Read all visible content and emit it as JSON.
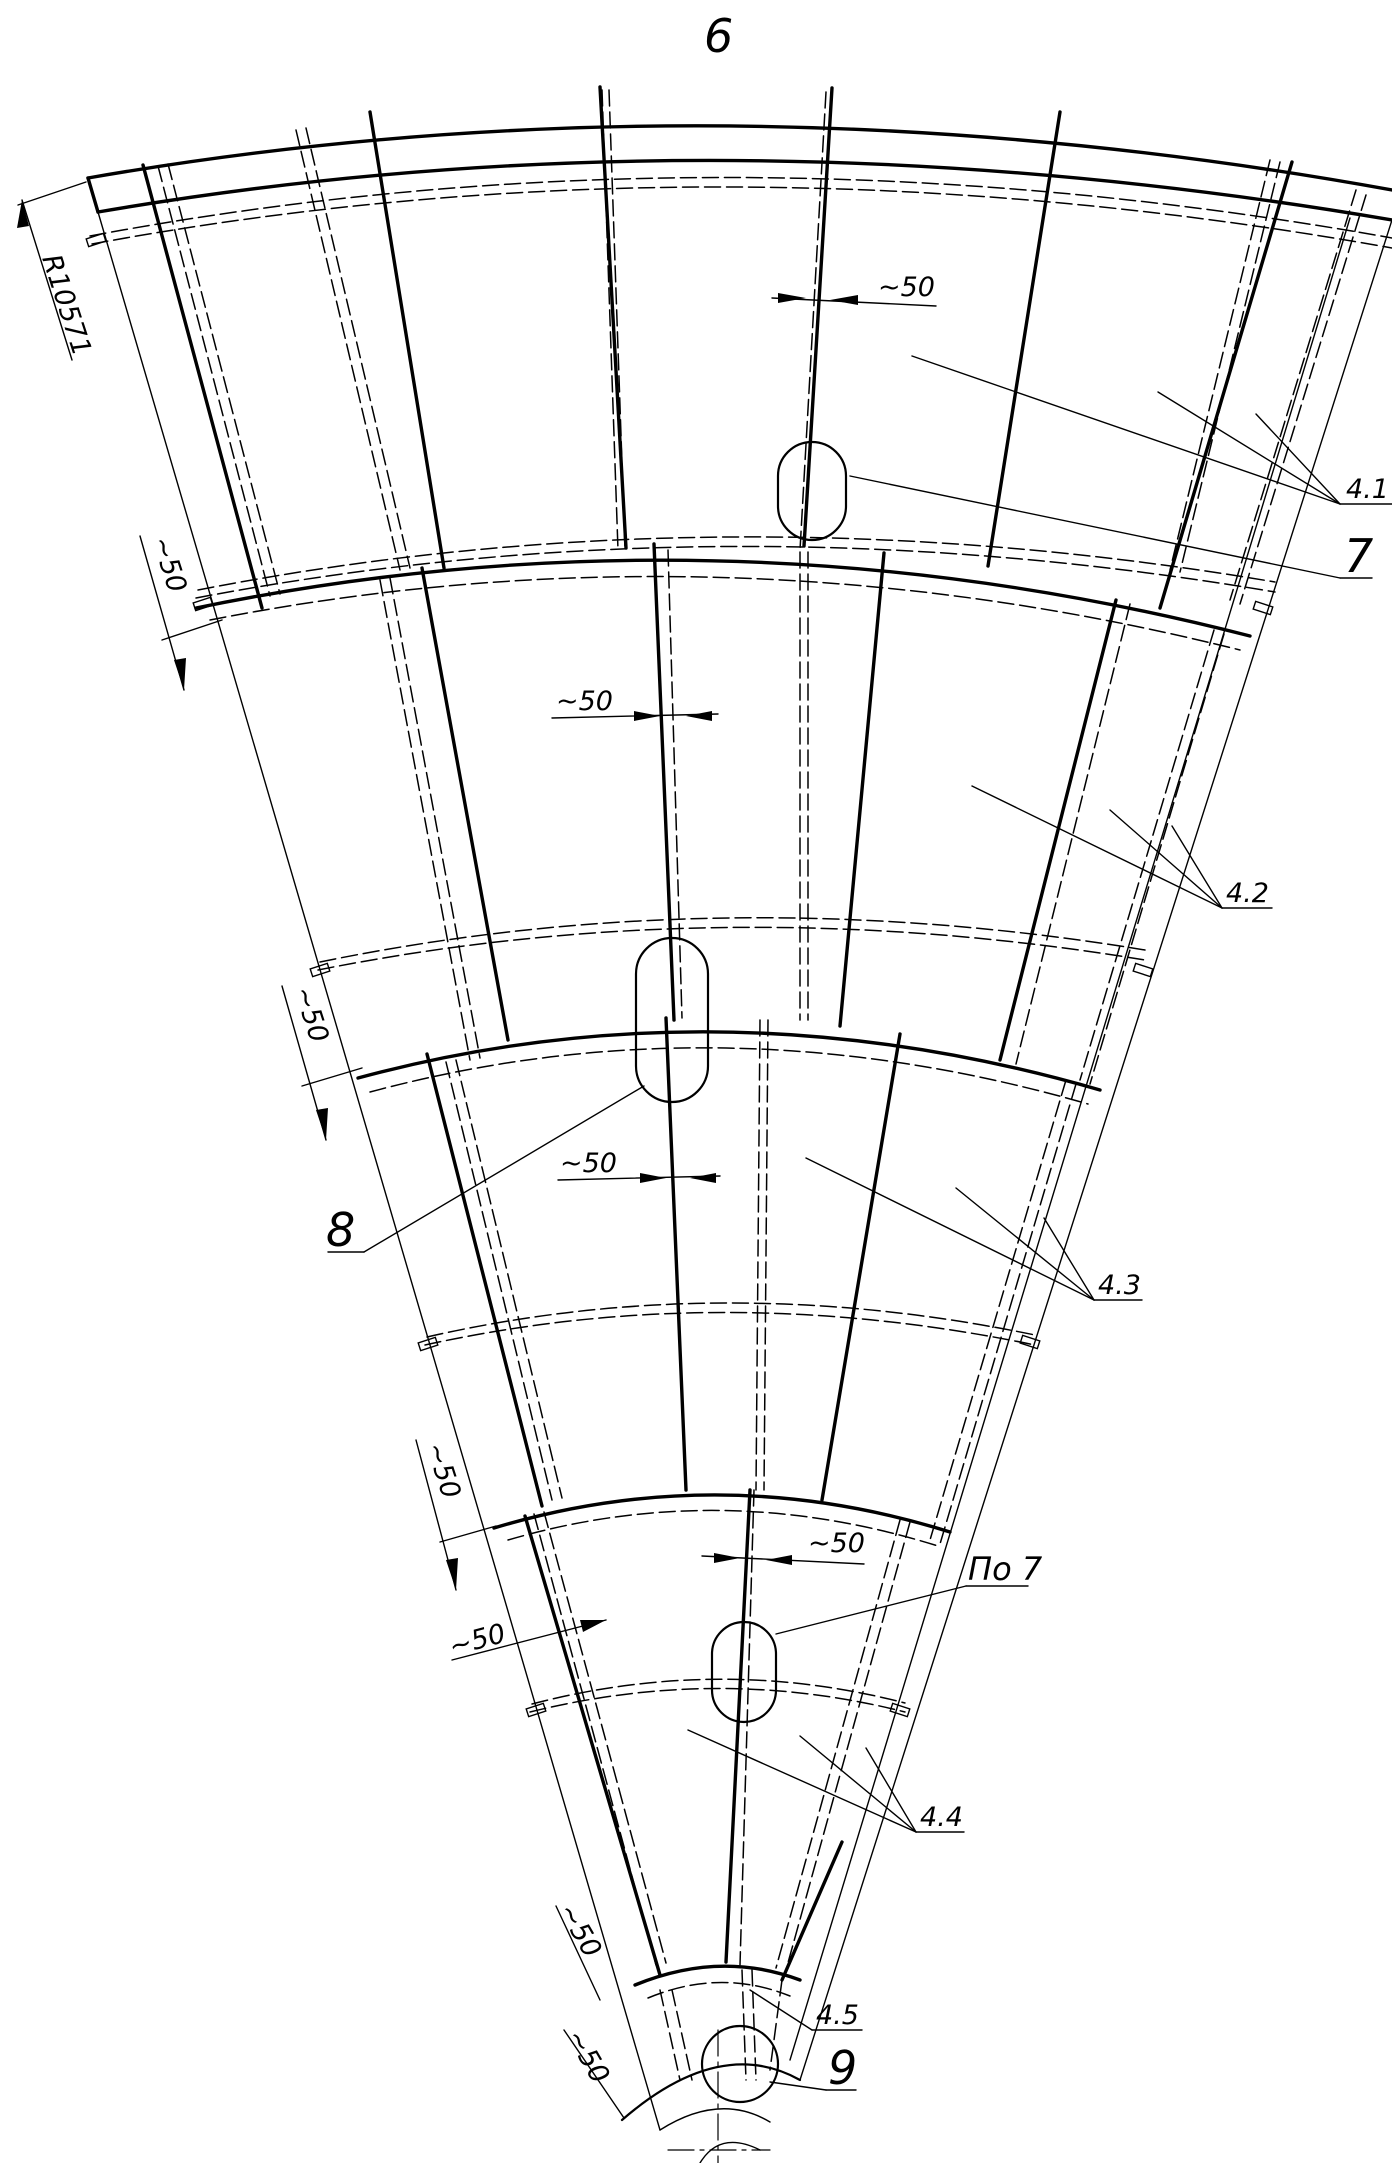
{
  "drawing": {
    "sheet_label": "6",
    "radius_dimension": "R10571",
    "gap_dimension": "~50",
    "callouts": {
      "panel_row_1": "4.1",
      "panel_row_2": "4.2",
      "panel_row_3": "4.3",
      "panel_row_4": "4.4",
      "panel_row_5": "4.5",
      "hatch_detail": "7",
      "hatch_detail_ref": "По 7",
      "manhole": "8",
      "center_hub": "9"
    }
  }
}
